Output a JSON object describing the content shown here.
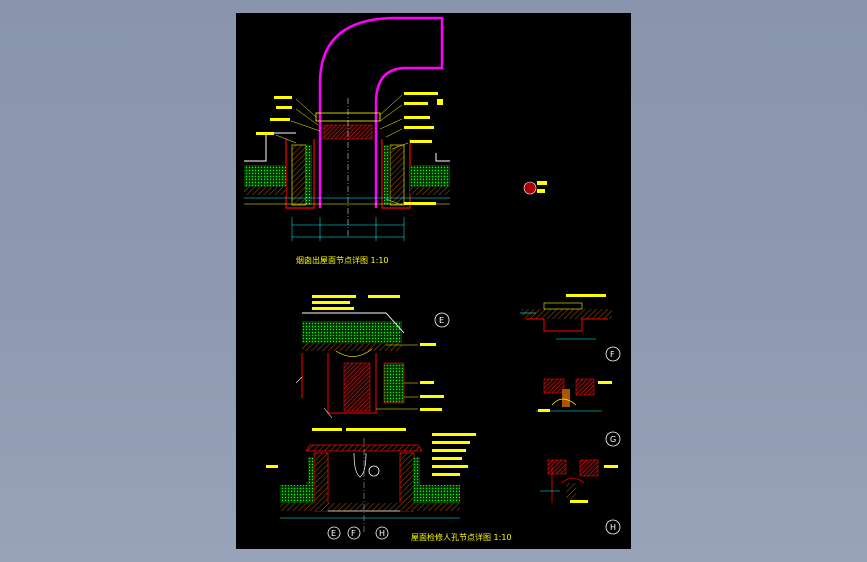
{
  "titles": {
    "chimney": "烟囱出屋面节点详图 1:10",
    "hatch": "屋面检修人孔节点详图 1:10"
  },
  "detail_symbols": [
    "E",
    "F",
    "G",
    "H"
  ],
  "section_symbols": [
    "E",
    "F",
    "H"
  ],
  "colors": {
    "background": "#8e99b1",
    "sheet": "#000000",
    "chimney": "#ff00ff",
    "outline": "#ff0000",
    "insulation": "#00ff00",
    "dimension": "#00ffff",
    "text": "#ffff00"
  }
}
